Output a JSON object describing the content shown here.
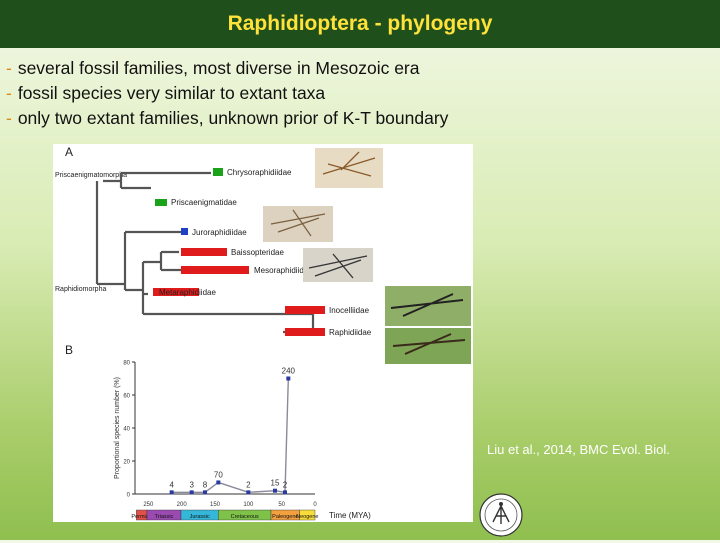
{
  "slide": {
    "title": "Raphidioptera - phylogeny",
    "bullets": [
      "several fossil families, most diverse in Mesozoic era",
      "fossil species very similar to extant taxa",
      "only two extant families, unknown prior of K-T boundary"
    ],
    "citation": "Liu et al., 2014, BMC Evol. Biol."
  },
  "figure": {
    "panel_a_label": "A",
    "panel_b_label": "B",
    "clade_labels": [
      "Priscaenigmatomorpha",
      "Raphidiomorpha"
    ],
    "families": [
      {
        "name": "Chrysoraphidiidae",
        "color": "#1aa31a"
      },
      {
        "name": "Priscaenigmatidae",
        "color": "#1aa31a"
      },
      {
        "name": "Juroraphidiidae",
        "color": "#1f3fc4"
      },
      {
        "name": "Baissopteridae",
        "color": "#e01b1b"
      },
      {
        "name": "Mesoraphidiidae",
        "color": "#e01b1b"
      },
      {
        "name": "Metaraphidiidae",
        "color": "#e01b1b"
      },
      {
        "name": "Inocelliidae",
        "color": "#e01b1b"
      },
      {
        "name": "Raphidiidae",
        "color": "#e01b1b"
      }
    ],
    "chart": {
      "ylabel": "Proportional species number (%)",
      "xlabel": "Time (MYA)",
      "y_ticks": [
        "0",
        "20",
        "40",
        "60",
        "80"
      ],
      "x_ticks": [
        "250",
        "200",
        "150",
        "100",
        "50",
        "0"
      ],
      "periods": [
        {
          "name": "Permian",
          "color": "#e2504a"
        },
        {
          "name": "Triassic",
          "color": "#9a4ab0"
        },
        {
          "name": "Jurassic",
          "color": "#34b7d8"
        },
        {
          "name": "Cretaceous",
          "color": "#7fc24a"
        },
        {
          "name": "Paleogene",
          "color": "#f3a040"
        },
        {
          "name": "Neogene",
          "color": "#f7dd3a"
        }
      ]
    }
  },
  "chart_data": {
    "type": "line",
    "x": [
      215,
      185,
      165,
      145,
      100,
      60,
      45,
      40
    ],
    "y": [
      1,
      1,
      1,
      7,
      1,
      2,
      1,
      70
    ],
    "point_labels": [
      "4",
      "3",
      "8",
      "70",
      "2",
      "15",
      "2",
      "240"
    ],
    "xlabel": "Time (MYA)",
    "ylabel": "Proportional species number (%)",
    "xlim": [
      270,
      0
    ],
    "ylim": [
      0,
      80
    ],
    "grid": false
  }
}
